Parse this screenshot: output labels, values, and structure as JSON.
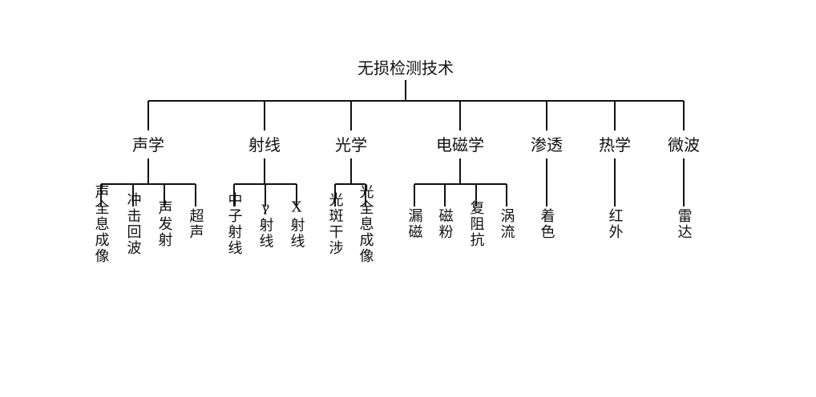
{
  "root": {
    "label": "无损检测技术"
  },
  "categories": [
    {
      "label": "声学",
      "methods": [
        "超声",
        "声发射",
        "冲击回波",
        "声全息成像"
      ]
    },
    {
      "label": "射线",
      "methods": [
        "X射线",
        "γ射线",
        "中子射线"
      ]
    },
    {
      "label": "光学",
      "methods": [
        "光全息成像",
        "光斑干涉"
      ]
    },
    {
      "label": "电磁学",
      "methods": [
        "涡流",
        "复阻抗",
        "磁粉",
        "漏磁"
      ]
    },
    {
      "label": "渗透",
      "methods": [
        "着色"
      ]
    },
    {
      "label": "热学",
      "methods": [
        "红外"
      ]
    },
    {
      "label": "微波",
      "methods": [
        "雷达"
      ]
    }
  ]
}
